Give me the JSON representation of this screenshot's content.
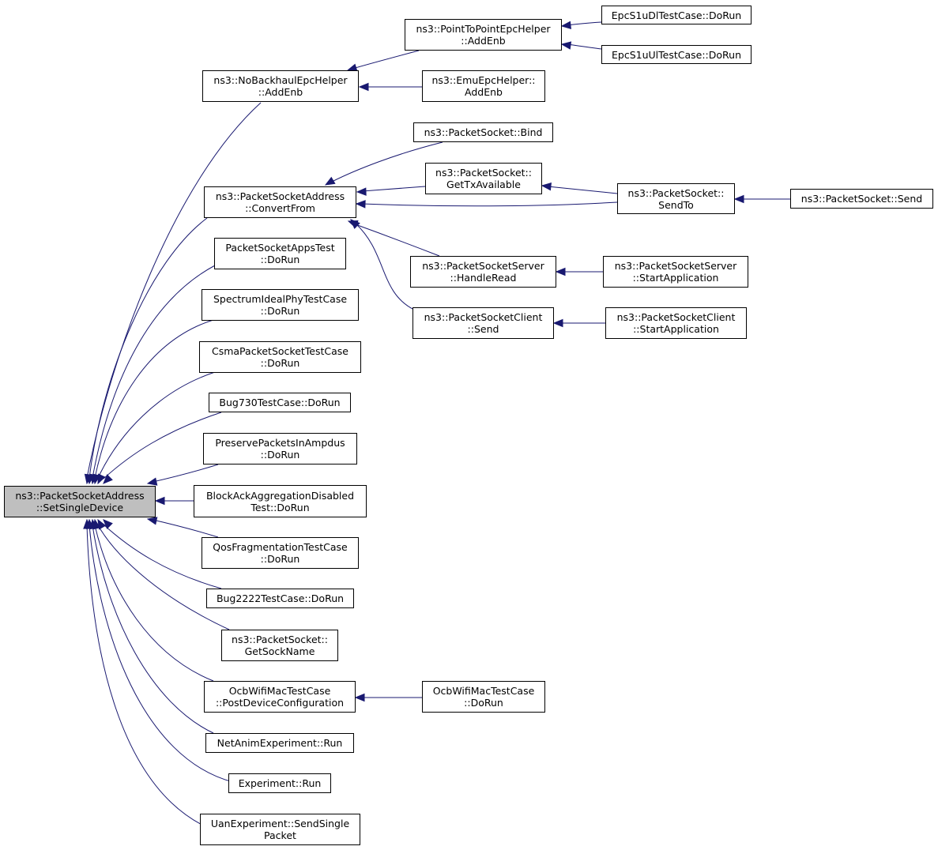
{
  "colors": {
    "edge": "#191970",
    "focus_fill": "#bfbfbf",
    "node_border": "#000000"
  },
  "nodes": {
    "root": {
      "l1": "ns3::PacketSocketAddress",
      "l2": "::SetSingleDevice"
    },
    "nobackhaul": {
      "l1": "ns3::NoBackhaulEpcHelper",
      "l2": "::AddEnb"
    },
    "p2pepc": {
      "l1": "ns3::PointToPointEpcHelper",
      "l2": "::AddEnb"
    },
    "emuepc": {
      "l1": "ns3::EmuEpcHelper::",
      "l2": "AddEnb"
    },
    "epcdl": {
      "l1": "EpcS1uDlTestCase::DoRun",
      "l2": ""
    },
    "epcul": {
      "l1": "EpcS1uUlTestCase::DoRun",
      "l2": ""
    },
    "convert": {
      "l1": "ns3::PacketSocketAddress",
      "l2": "::ConvertFrom"
    },
    "bind": {
      "l1": "ns3::PacketSocket::Bind",
      "l2": ""
    },
    "gettx": {
      "l1": "ns3::PacketSocket::",
      "l2": "GetTxAvailable"
    },
    "sendto": {
      "l1": "ns3::PacketSocket::",
      "l2": "SendTo"
    },
    "send": {
      "l1": "ns3::PacketSocket::Send",
      "l2": ""
    },
    "handleread": {
      "l1": "ns3::PacketSocketServer",
      "l2": "::HandleRead"
    },
    "serverstart": {
      "l1": "ns3::PacketSocketServer",
      "l2": "::StartApplication"
    },
    "clientsend": {
      "l1": "ns3::PacketSocketClient",
      "l2": "::Send"
    },
    "clientstart": {
      "l1": "ns3::PacketSocketClient",
      "l2": "::StartApplication"
    },
    "appstest": {
      "l1": "PacketSocketAppsTest",
      "l2": "::DoRun"
    },
    "spectrum": {
      "l1": "SpectrumIdealPhyTestCase",
      "l2": "::DoRun"
    },
    "csma": {
      "l1": "CsmaPacketSocketTestCase",
      "l2": "::DoRun"
    },
    "bug730": {
      "l1": "Bug730TestCase::DoRun",
      "l2": ""
    },
    "preserve": {
      "l1": "PreservePacketsInAmpdus",
      "l2": "::DoRun"
    },
    "blockack": {
      "l1": "BlockAckAggregationDisabled",
      "l2": "Test::DoRun"
    },
    "qosfrag": {
      "l1": "QosFragmentationTestCase",
      "l2": "::DoRun"
    },
    "bug2222": {
      "l1": "Bug2222TestCase::DoRun",
      "l2": ""
    },
    "getsock": {
      "l1": "ns3::PacketSocket::",
      "l2": "GetSockName"
    },
    "ocbpost": {
      "l1": "OcbWifiMacTestCase",
      "l2": "::PostDeviceConfiguration"
    },
    "ocbrun": {
      "l1": "OcbWifiMacTestCase",
      "l2": "::DoRun"
    },
    "netanim": {
      "l1": "NetAnimExperiment::Run",
      "l2": ""
    },
    "experiment": {
      "l1": "Experiment::Run",
      "l2": ""
    },
    "uan": {
      "l1": "UanExperiment::SendSingle",
      "l2": "Packet"
    }
  }
}
